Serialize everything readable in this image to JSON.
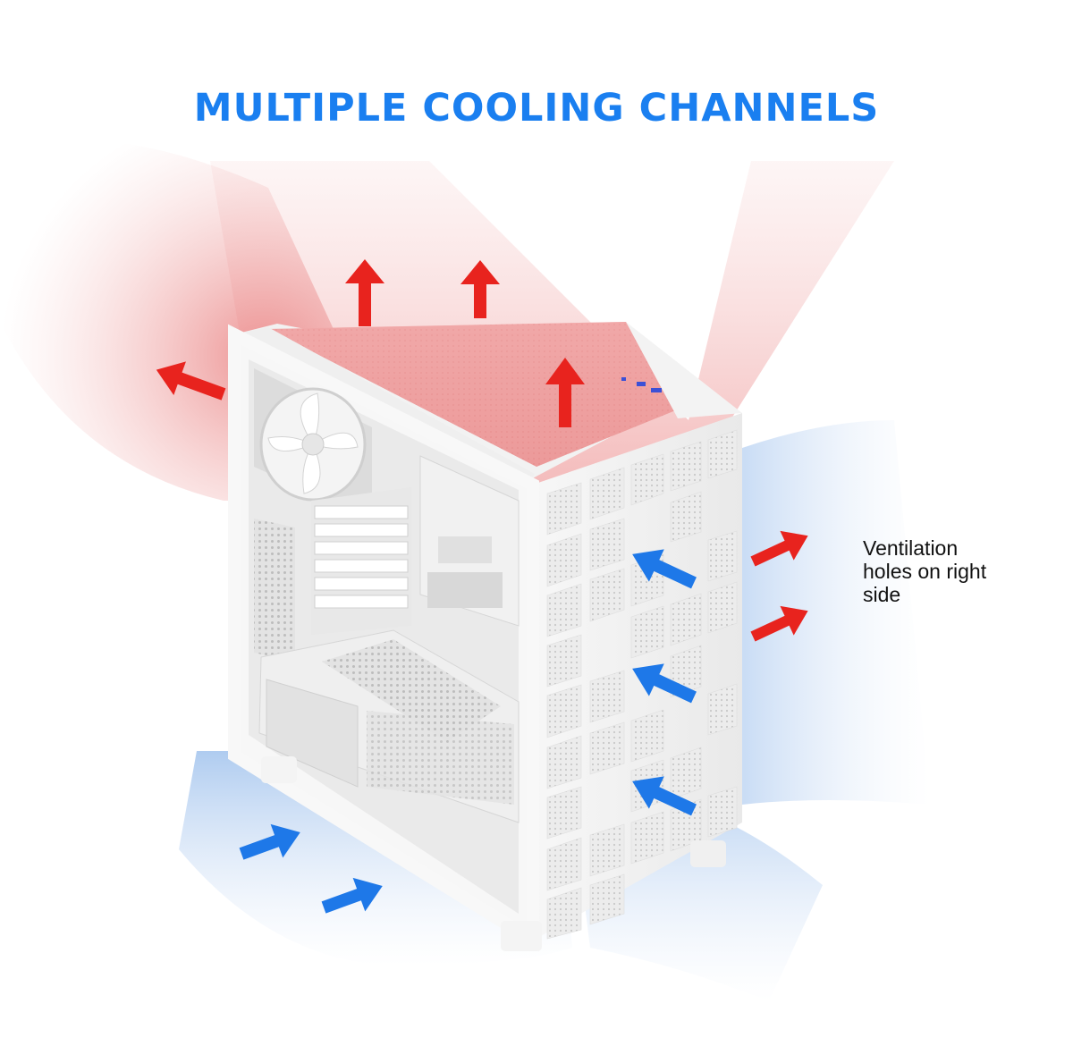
{
  "headline": "MULTIPLE COOLING CHANNELS",
  "callout": {
    "line1": "Ventilation",
    "line2": "holes on right",
    "line3": "side"
  },
  "colors": {
    "headline": "#1a7ff0",
    "hot_airflow": "#e8231e",
    "cool_airflow": "#1e78e8",
    "case_body": "#f4f4f4"
  },
  "airflow": {
    "exhaust_arrows": 6,
    "intake_arrows": 5
  }
}
